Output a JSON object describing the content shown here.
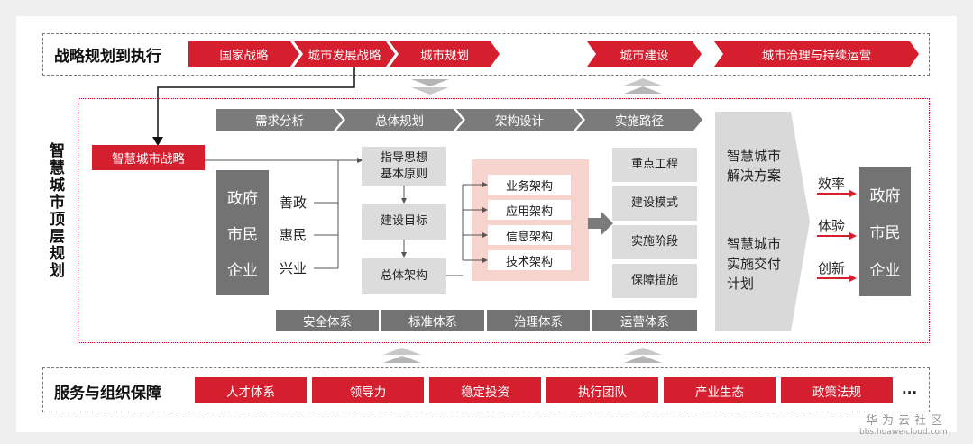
{
  "top_row": {
    "title": "战略规划到执行",
    "chevrons": [
      "国家战略",
      "城市发展战略",
      "城市规划",
      "城市建设",
      "城市治理与持续运营"
    ]
  },
  "side_title": "智慧城市顶层规划",
  "strategy_box": "智慧城市战略",
  "phases": [
    "需求分析",
    "总体规划",
    "架构设计",
    "实施路径"
  ],
  "stakeholders": [
    "政府",
    "市民",
    "企业"
  ],
  "goals": [
    "善政",
    "惠民",
    "兴业"
  ],
  "plan_steps": [
    "指导思想\n基本原则",
    "建设目标",
    "总体架构"
  ],
  "architectures": [
    "业务架构",
    "应用架构",
    "信息架构",
    "技术架构"
  ],
  "implementation": [
    "重点工程",
    "建设模式",
    "实施阶段",
    "保障措施"
  ],
  "systems": [
    "安全体系",
    "标准体系",
    "治理体系",
    "运营体系"
  ],
  "solution": {
    "block1": "智慧城市\n解决方案",
    "block2": "智慧城市\n实施交付\n计划"
  },
  "outcomes": [
    "效率",
    "体验",
    "创新"
  ],
  "beneficiaries": [
    "政府",
    "市民",
    "企业"
  ],
  "bottom_row": {
    "title": "服务与组织保障",
    "items": [
      "人才体系",
      "领导力",
      "稳定投资",
      "执行团队",
      "产业生态",
      "政策法规"
    ],
    "more": "..."
  },
  "watermark": {
    "brand": "华为云社区",
    "url": "bbs.huaweicloud.com"
  },
  "colors": {
    "red": "#d51f2e",
    "dark_gray": "#737373",
    "light_gray": "#dcdcdc",
    "pink": "#f6d3cc"
  }
}
